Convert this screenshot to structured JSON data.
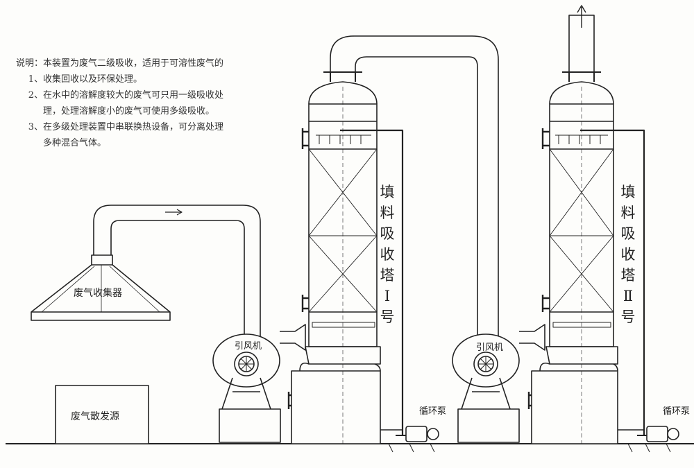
{
  "notes": {
    "prefix": "说明：",
    "items": [
      {
        "num": "1、",
        "lines": [
          "本装置为废气二级吸收，适用于可溶性废气的",
          "收集回收以及环保处理。"
        ]
      },
      {
        "num": "2、",
        "lines": [
          "在水中的溶解度较大的废气可只用一级吸收处",
          "理，处理溶解度小的废气可使用多级吸收。"
        ]
      },
      {
        "num": "3、",
        "lines": [
          "在多级处理装置中串联换热设备，可分离处理",
          "多种混合气体。"
        ]
      }
    ]
  },
  "labels": {
    "hood": "废气收集器",
    "source": "废气散发源",
    "fan1": "引风机",
    "fan2": "引风机",
    "pump1": "循环泵",
    "pump2": "循环泵",
    "tower1": "填料吸收塔I号",
    "tower2": "填料吸收塔II号"
  }
}
